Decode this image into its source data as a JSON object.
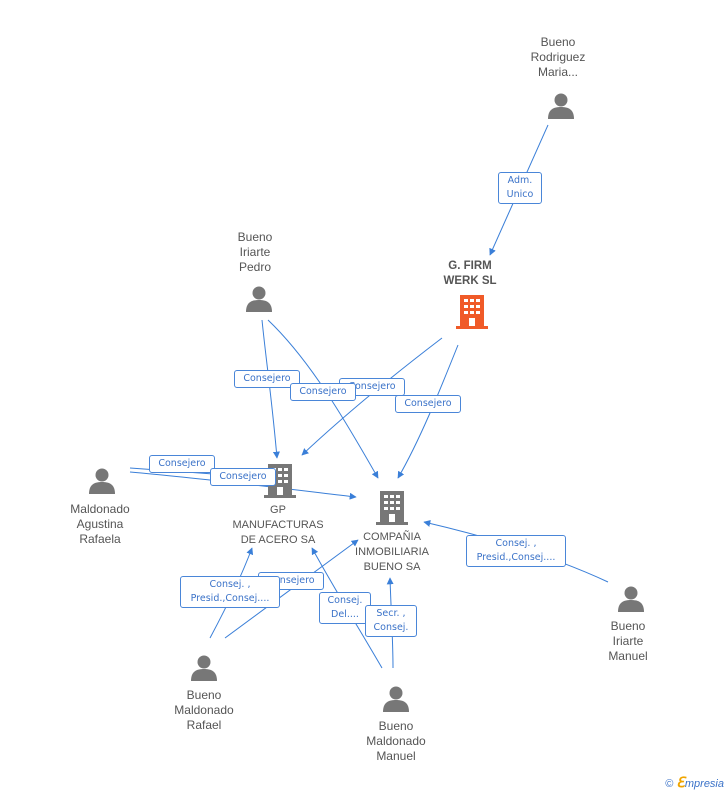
{
  "nodes": {
    "bueno_rodriguez": "Bueno\nRodriguez\nMaria...",
    "g_firm": "G. FIRM\nWERK SL",
    "bueno_iriarte_pedro": "Bueno\nIriarte\nPedro",
    "maldonado_agustina": "Maldonado\nAgustina\nRafaela",
    "gp_manufacturas": "GP\nMANUFACTURAS\nDE ACERO SA",
    "compania_inmobiliaria": "COMPAÑIA\nINMOBILIARIA\nBUENO SA",
    "bueno_iriarte_manuel": "Bueno\nIriarte\nManuel",
    "bueno_maldonado_rafael": "Bueno\nMaldonado\nRafael",
    "bueno_maldonado_manuel": "Bueno\nMaldonado\nManuel"
  },
  "edge_labels": {
    "adm_unico": "Adm.\nUnico",
    "consejero_1": "Consejero",
    "consejero_2": "Consejero",
    "consejero_3": "Consejero",
    "consejero_4": "Consejero",
    "consejero_5": "Consejero",
    "consejero_6": "Consejero",
    "consejero_7": "Consejero",
    "consej_presid_manuel": "Consej. ,\nPresid.,Consej....",
    "consej_presid_rafael": "Consej. ,\nPresid.,Consej....",
    "consej_del": "Consej.\nDel....",
    "secr_consej": "Secr. ,\nConsej."
  },
  "brand": {
    "copyright": "©",
    "e": "ℇ",
    "name": "mpresia"
  },
  "colors": {
    "edge": "#3a7fd8",
    "person": "#777777",
    "company": "#777777",
    "company_main": "#f05a28"
  },
  "icons": {
    "person": "person-icon",
    "company": "building-icon"
  }
}
